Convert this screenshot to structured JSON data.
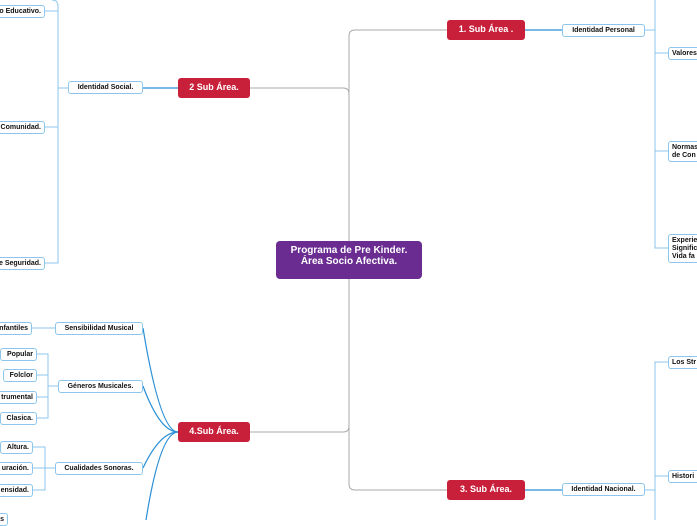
{
  "central": {
    "line1": "Programa de Pre Kinder.",
    "line2": "Área Socio Afectiva."
  },
  "areas": {
    "a1": "1. Sub Área .",
    "a2": "2 Sub Área.",
    "a3": "3. Sub Área.",
    "a4": "4.Sub Área."
  },
  "topics": {
    "identidad_personal": "Identidad Personal",
    "identidad_social": "Identidad Social.",
    "identidad_nacional": "Identidad Nacional.",
    "sensibilidad_musical": "Sensibilidad Musical",
    "generos_musicales": "Géneros Musicales.",
    "cualidades_sonoras": "Cualidades Sonoras."
  },
  "leaves": {
    "educativo": "o Educativo.",
    "comunidad": "Comunidad.",
    "seguridad": "e Seguridad.",
    "infantiles": "nfantiles",
    "popular": "Popular",
    "folclor": "Folclor",
    "instrumental": "trumental",
    "clasica": "Clasica.",
    "altura": "Altura.",
    "duracion": "uración.",
    "intensidad": "ensidad.",
    "bottom_cut": "s",
    "valores": "Valores",
    "normas_1": "Normas",
    "normas_2": "de Con",
    "experiencias_1": "Experie",
    "experiencias_2": "Signific",
    "experiencias_3": "Vida fa",
    "los_str": "Los Str",
    "histori": "Histori"
  }
}
